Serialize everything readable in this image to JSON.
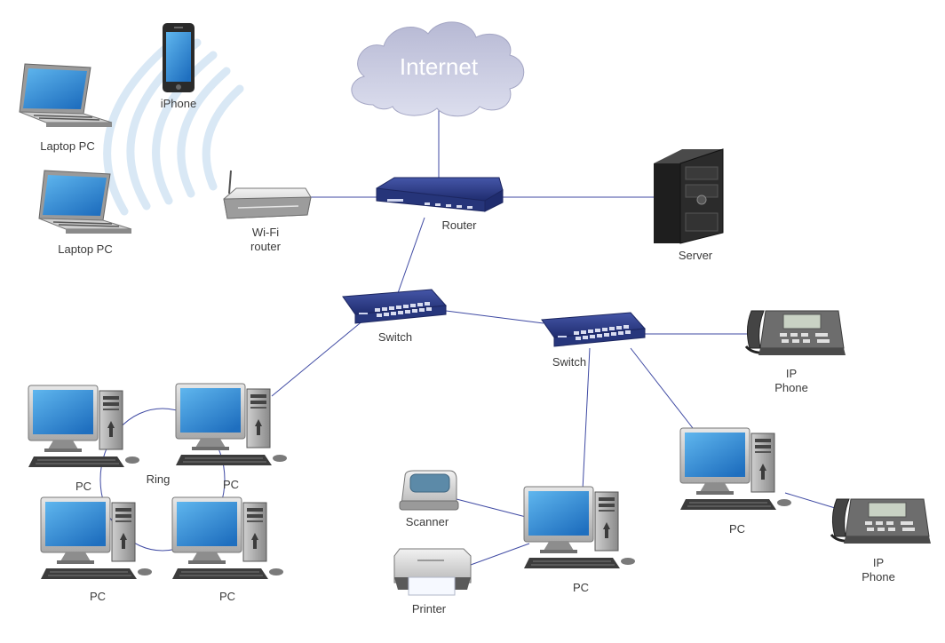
{
  "diagram": {
    "cloud": {
      "label": "Internet"
    },
    "labels": {
      "iphone": "iPhone",
      "laptop_top": "Laptop PC",
      "laptop_bottom": "Laptop PC",
      "wifi_router": "Wi-Fi\nrouter",
      "router": "Router",
      "server": "Server",
      "switch_left": "Switch",
      "switch_right": "Switch",
      "ip_phone_top": "IP\nPhone",
      "ip_phone_bottom": "IP\nPhone",
      "ring": "Ring",
      "pc_ring_tl": "PC",
      "pc_ring_tr": "PC",
      "pc_ring_bl": "PC",
      "pc_ring_br": "PC",
      "pc_center": "PC",
      "pc_right": "PC",
      "scanner": "Scanner",
      "printer": "Printer"
    },
    "colors": {
      "link": "#3f4aa3",
      "device_blue": "#2e3f8f",
      "screen_blue": "#2f8fd8",
      "case_dark": "#2b2b2b",
      "cloud_fill": "#c9cbe0",
      "wifi_wave": "#dceaf6"
    }
  }
}
